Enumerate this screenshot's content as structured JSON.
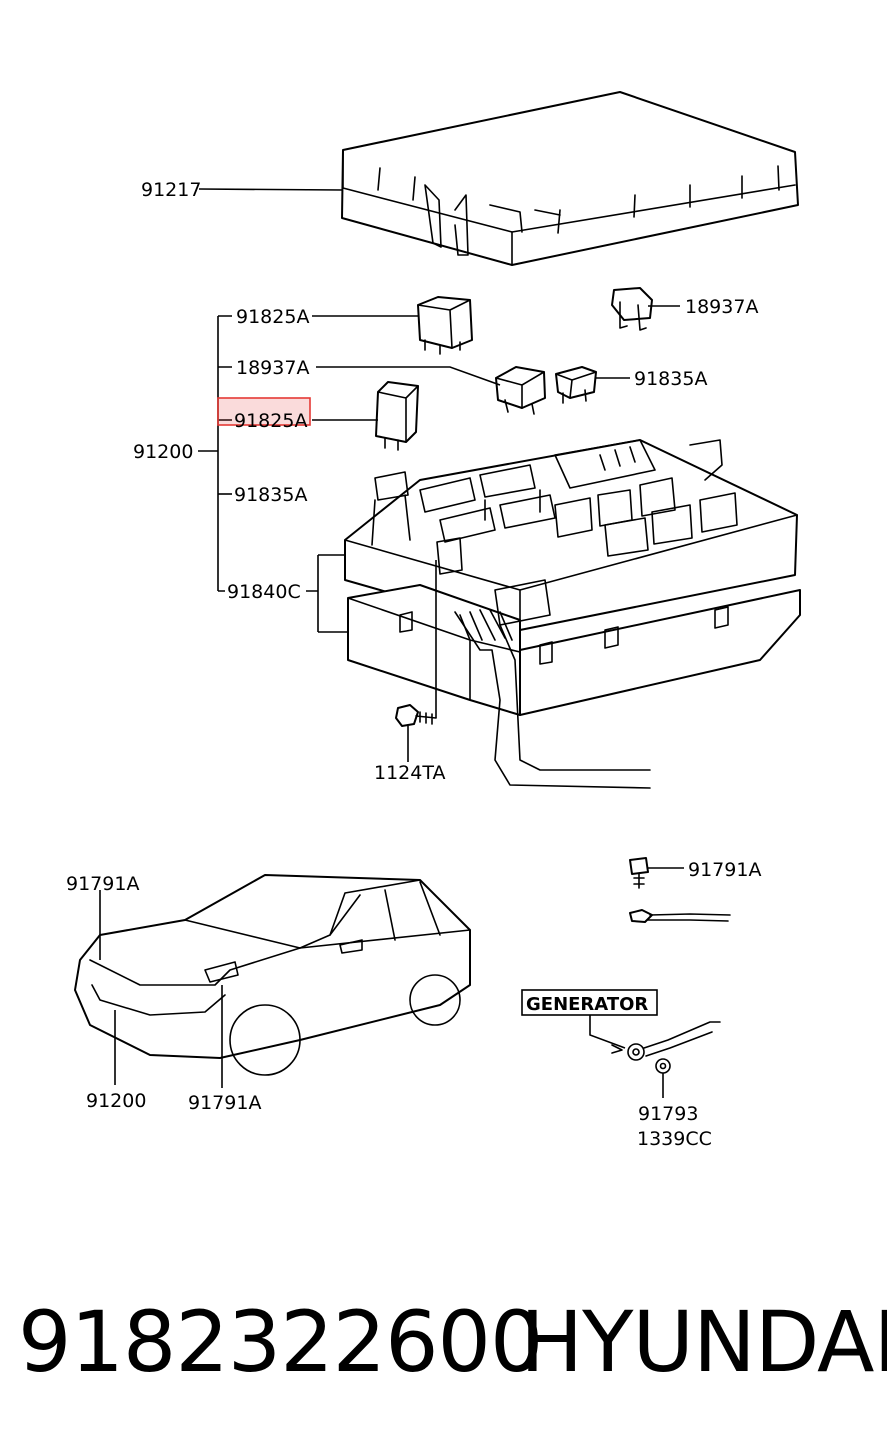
{
  "labels": {
    "cover": "91217",
    "relay_a_top": "91825A",
    "fuse_top_right": "18937A",
    "fuse_left": "18937A",
    "fuse_right": "91835A",
    "relay_a_mid": "91825A",
    "box_main": "91200",
    "fuse_left_2": "91835A",
    "box_lower": "91840C",
    "bolt_box": "1124TA",
    "car_top": "91791A",
    "car_box": "91200",
    "car_bottom": "91791A",
    "bolt_right": "91791A",
    "generator_tag": "GENERATOR",
    "nut_1": "91793",
    "nut_2": "1339CC"
  },
  "highlight": {
    "color": "#e53935",
    "label": "91825A"
  },
  "footer": {
    "part_number": "9182322600",
    "brand": "HYUNDAI"
  }
}
